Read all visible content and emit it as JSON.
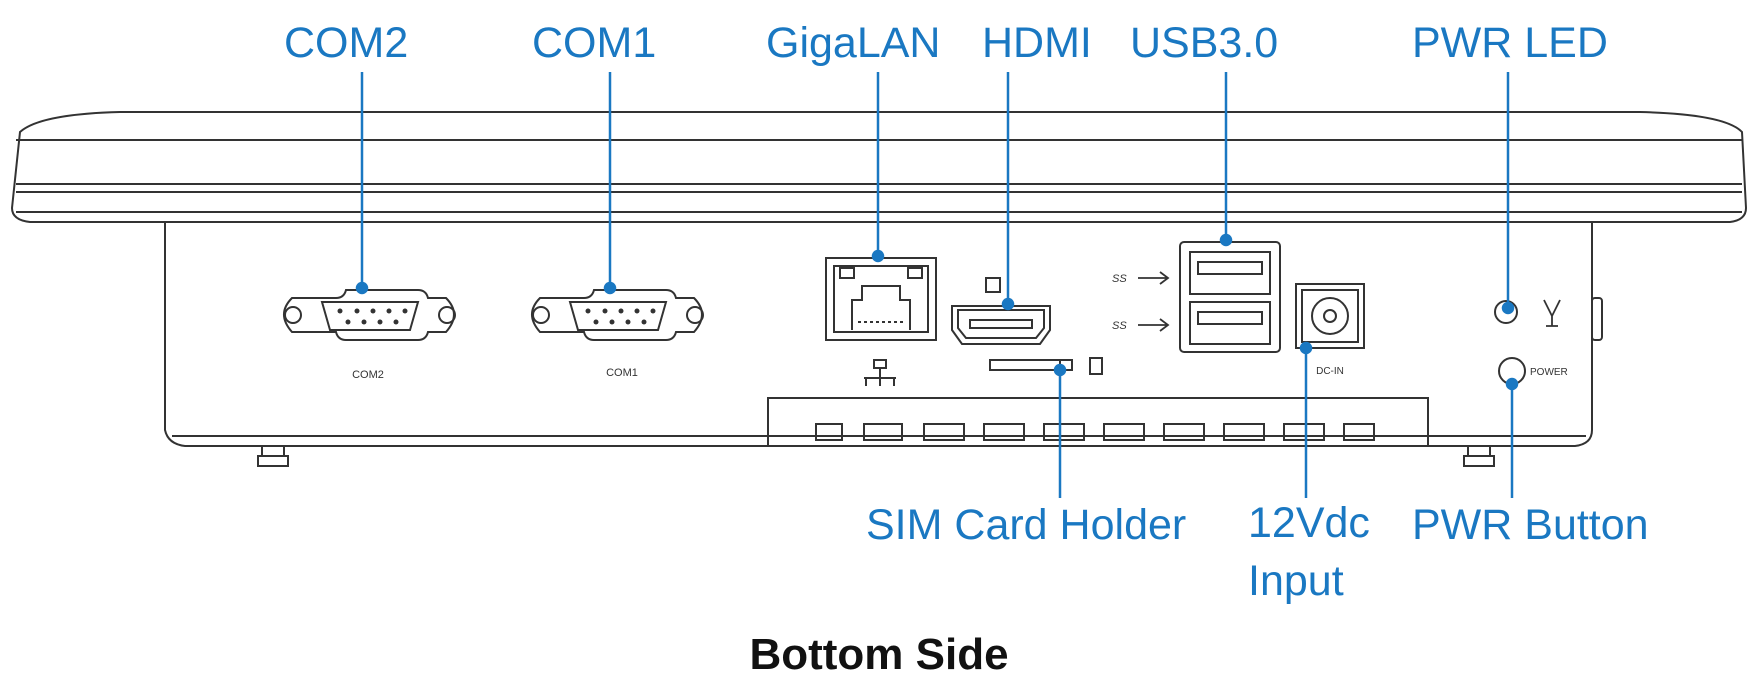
{
  "callouts": {
    "com2": "COM2",
    "com1": "COM1",
    "gigalan": "GigaLAN",
    "hdmi": "HDMI",
    "usb30": "USB3.0",
    "pwr_led": "PWR LED",
    "sim_card_holder": "SIM Card Holder",
    "dc_input_line1": "12Vdc",
    "dc_input_line2": "Input",
    "pwr_button": "PWR Button"
  },
  "panel_labels": {
    "com2": "COM2",
    "com1": "COM1",
    "dc_in": "DC-IN",
    "power": "POWER",
    "usb_ss": "SS"
  },
  "caption": "Bottom Side",
  "colors": {
    "callout": "#1a78c2",
    "drawing": "#333333",
    "caption": "#111111"
  }
}
